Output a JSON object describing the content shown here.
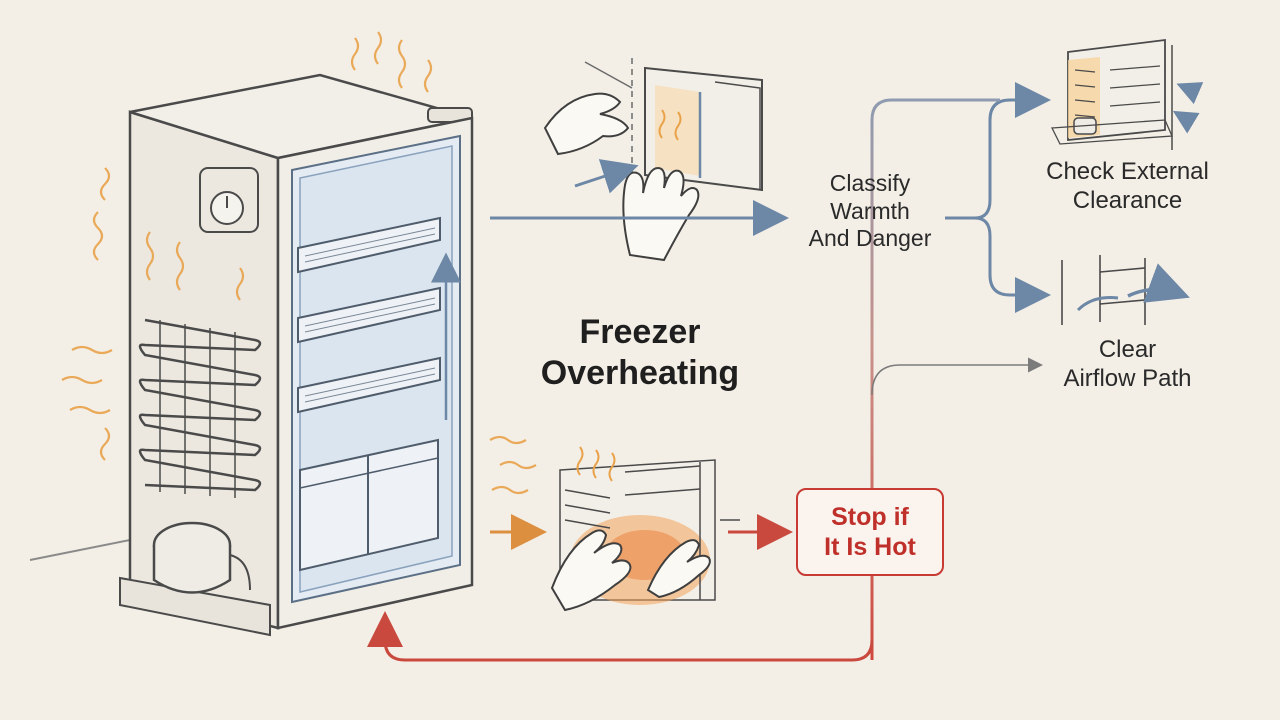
{
  "title": [
    "Freezer",
    "Overheating"
  ],
  "nodes": {
    "classify": [
      "Classify",
      "Warmth",
      "And Danger"
    ],
    "check_clearance": [
      "Check External",
      "Clearance"
    ],
    "clear_airflow": [
      "Clear",
      "Airflow Path"
    ],
    "stop": [
      "Stop if",
      "It Is Hot"
    ]
  },
  "icons": {
    "freezer": "upright-freezer-icon",
    "touch_side": "hand-touch-side-icon",
    "touch_coils": "hand-touch-coils-icon",
    "clearance": "wall-clearance-icon",
    "airflow": "airflow-icon"
  },
  "colors": {
    "background": "#f3efe6",
    "heat": "#e9a24a",
    "cool_arrow": "#6d87a6",
    "danger": "#c73b34",
    "outline": "#4a4a4a"
  }
}
